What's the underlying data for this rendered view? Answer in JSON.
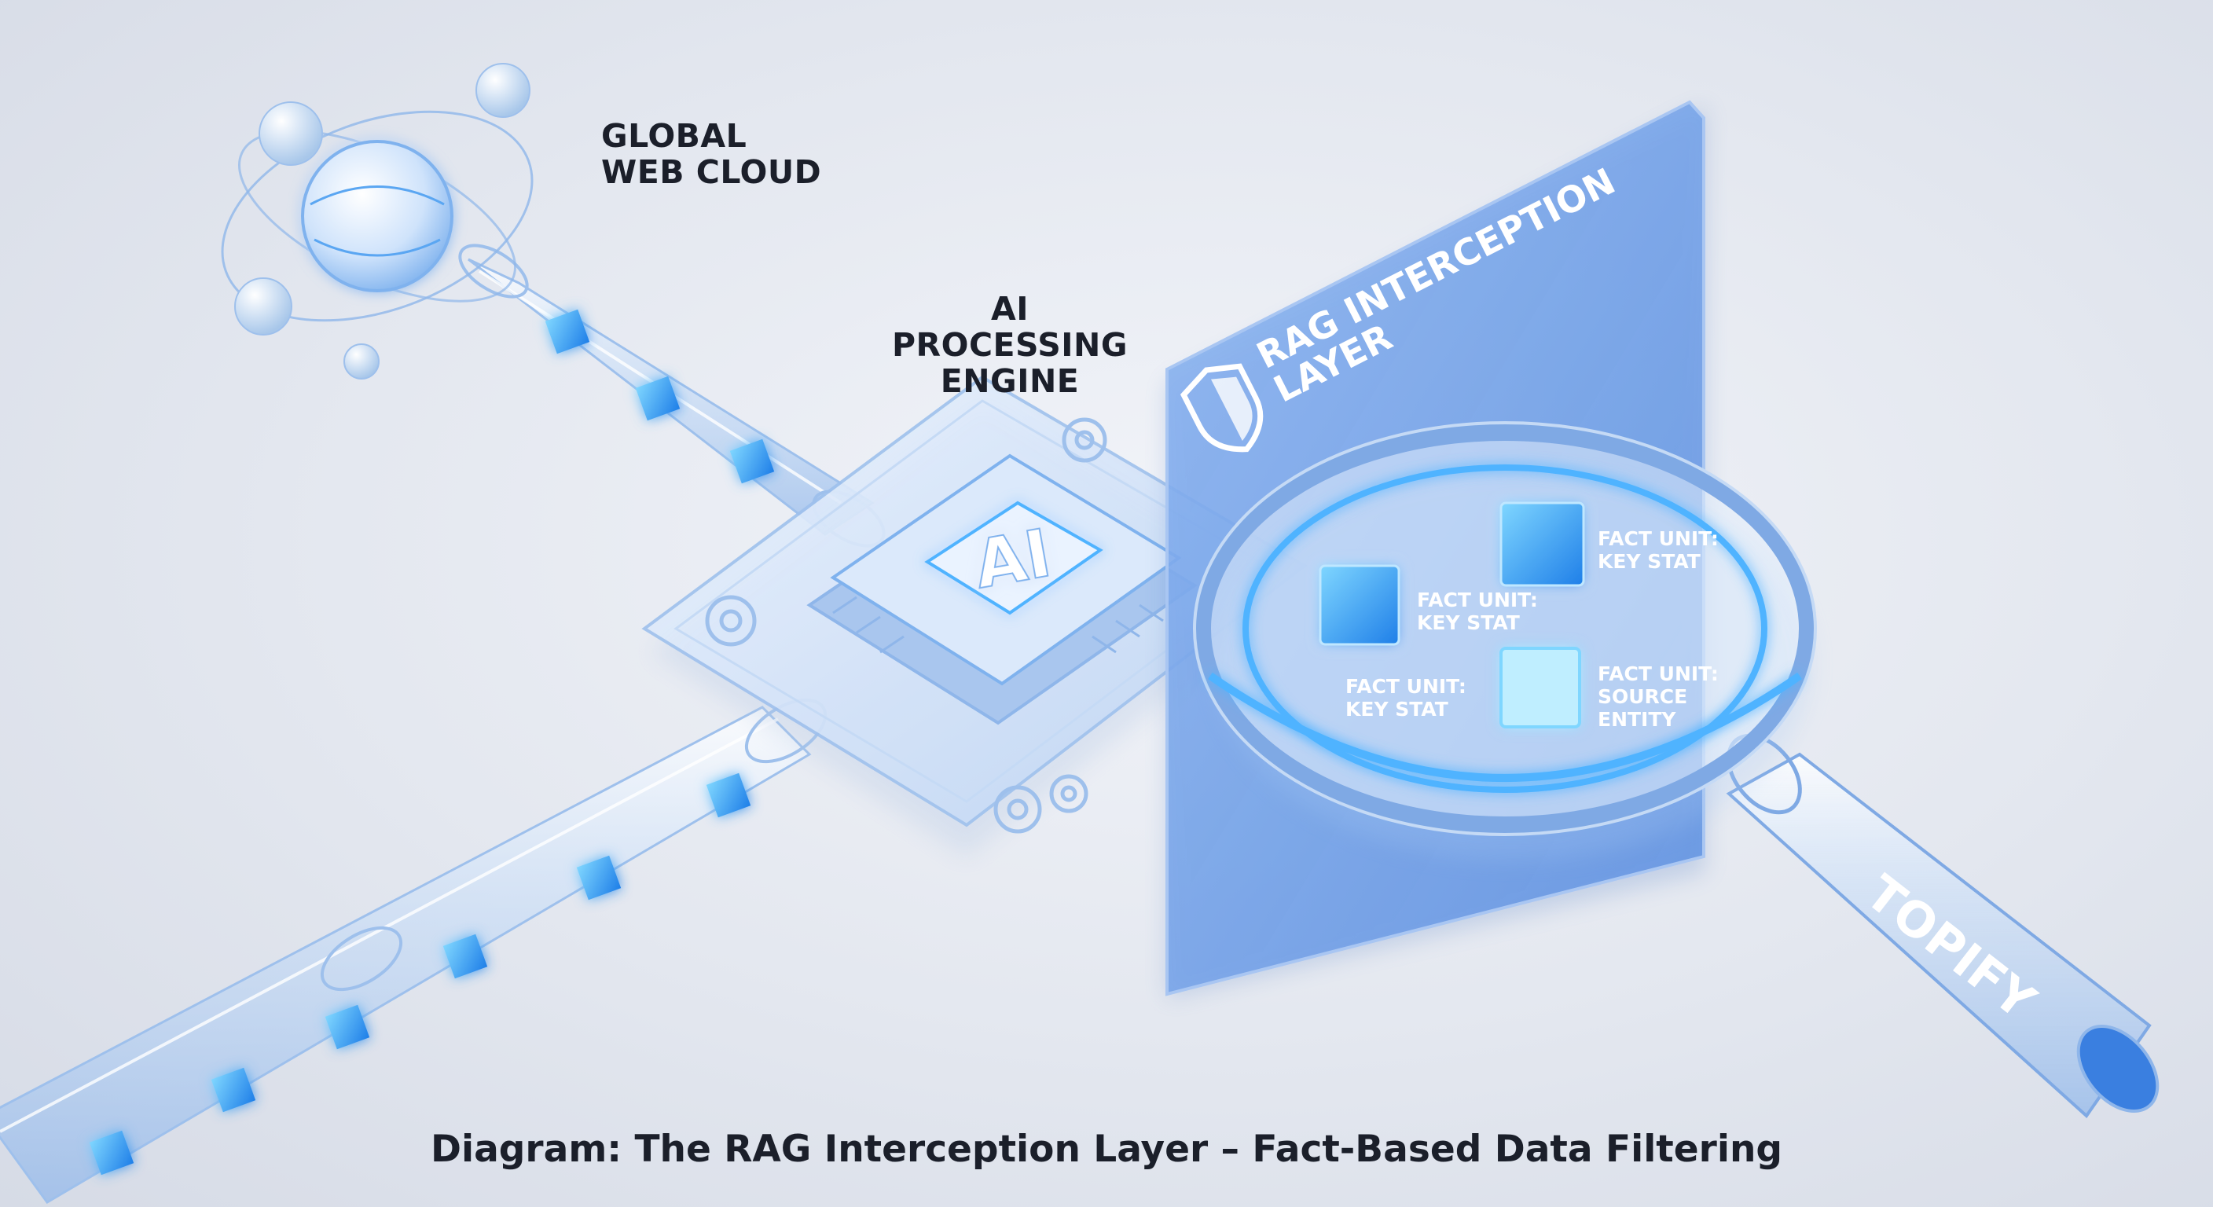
{
  "labels": {
    "global_cloud": [
      "GLOBAL",
      "WEB CLOUD"
    ],
    "processing_engine": [
      "AI PROCESSING",
      "ENGINE"
    ],
    "chip_text": "AI",
    "panel_title": [
      "RAG INTERCEPTION",
      "LAYER"
    ],
    "fact_units": [
      [
        "FACT UNIT:",
        "KEY STAT"
      ],
      [
        "FACT UNIT:",
        "KEY STAT"
      ],
      [
        "FACT UNIT:",
        "KEY STAT"
      ],
      [
        "FACT UNIT:",
        "SOURCE",
        "ENTITY"
      ]
    ],
    "brand": "TOPIFY"
  },
  "caption": "Diagram: The RAG Interception Layer – Fact-Based Data Filtering",
  "icons": [
    "globe-icon",
    "gear-icon",
    "chip-icon",
    "shield-icon",
    "magnifier-icon",
    "data-cube-icon"
  ],
  "colors": {
    "accent": "#2f8cf0",
    "glow": "#4fb3ff",
    "panel": "#6a9be6",
    "text_dark": "#1b1f2a"
  }
}
